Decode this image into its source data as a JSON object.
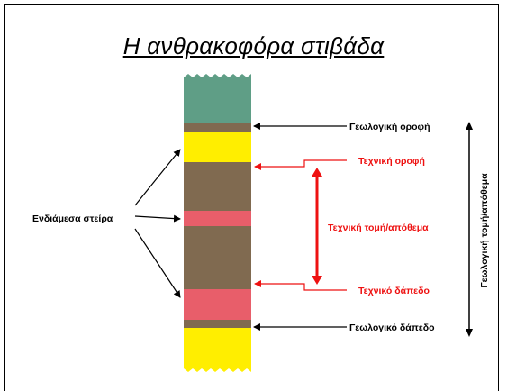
{
  "title": "Η ανθρακοφόρα στιβάδα",
  "colors": {
    "overburden": "#5f9e86",
    "coal": "#806a50",
    "yellow_layer": "#ffee00",
    "interlayer": "#e85e6a",
    "red_label": "#ee1111",
    "black_label": "#000000"
  },
  "labels": {
    "geological_roof": "Γεωλογική οροφή",
    "technical_roof": "Τεχνική οροφή",
    "technical_section": "Τεχνική τομή/απόθεμα",
    "technical_floor": "Τεχνικό δάπεδο",
    "geological_floor": "Γεωλογικό δάπεδο",
    "interlayers": "Ενδιάμεσα στείρα",
    "geological_section": "Γεωλογική τομή/απόθεμα"
  }
}
